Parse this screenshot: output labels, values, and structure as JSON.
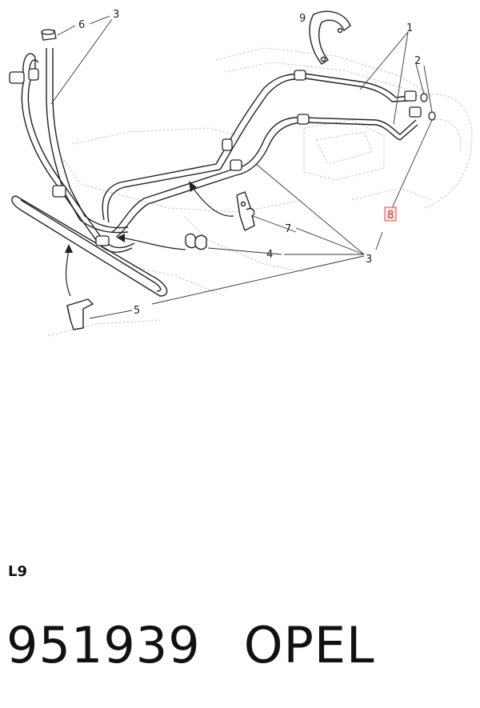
{
  "diagram": {
    "callouts": {
      "c1": "1",
      "c2": "2",
      "c3_top": "3",
      "c3_bottom": "3",
      "c4": "4",
      "c5": "5",
      "c6": "6",
      "c7": "7",
      "c8": "8",
      "c9": "9"
    },
    "highlight_color": "#e74c3c"
  },
  "footer": {
    "section_code": "L9",
    "part_number": "951939",
    "brand": "OPEL"
  }
}
